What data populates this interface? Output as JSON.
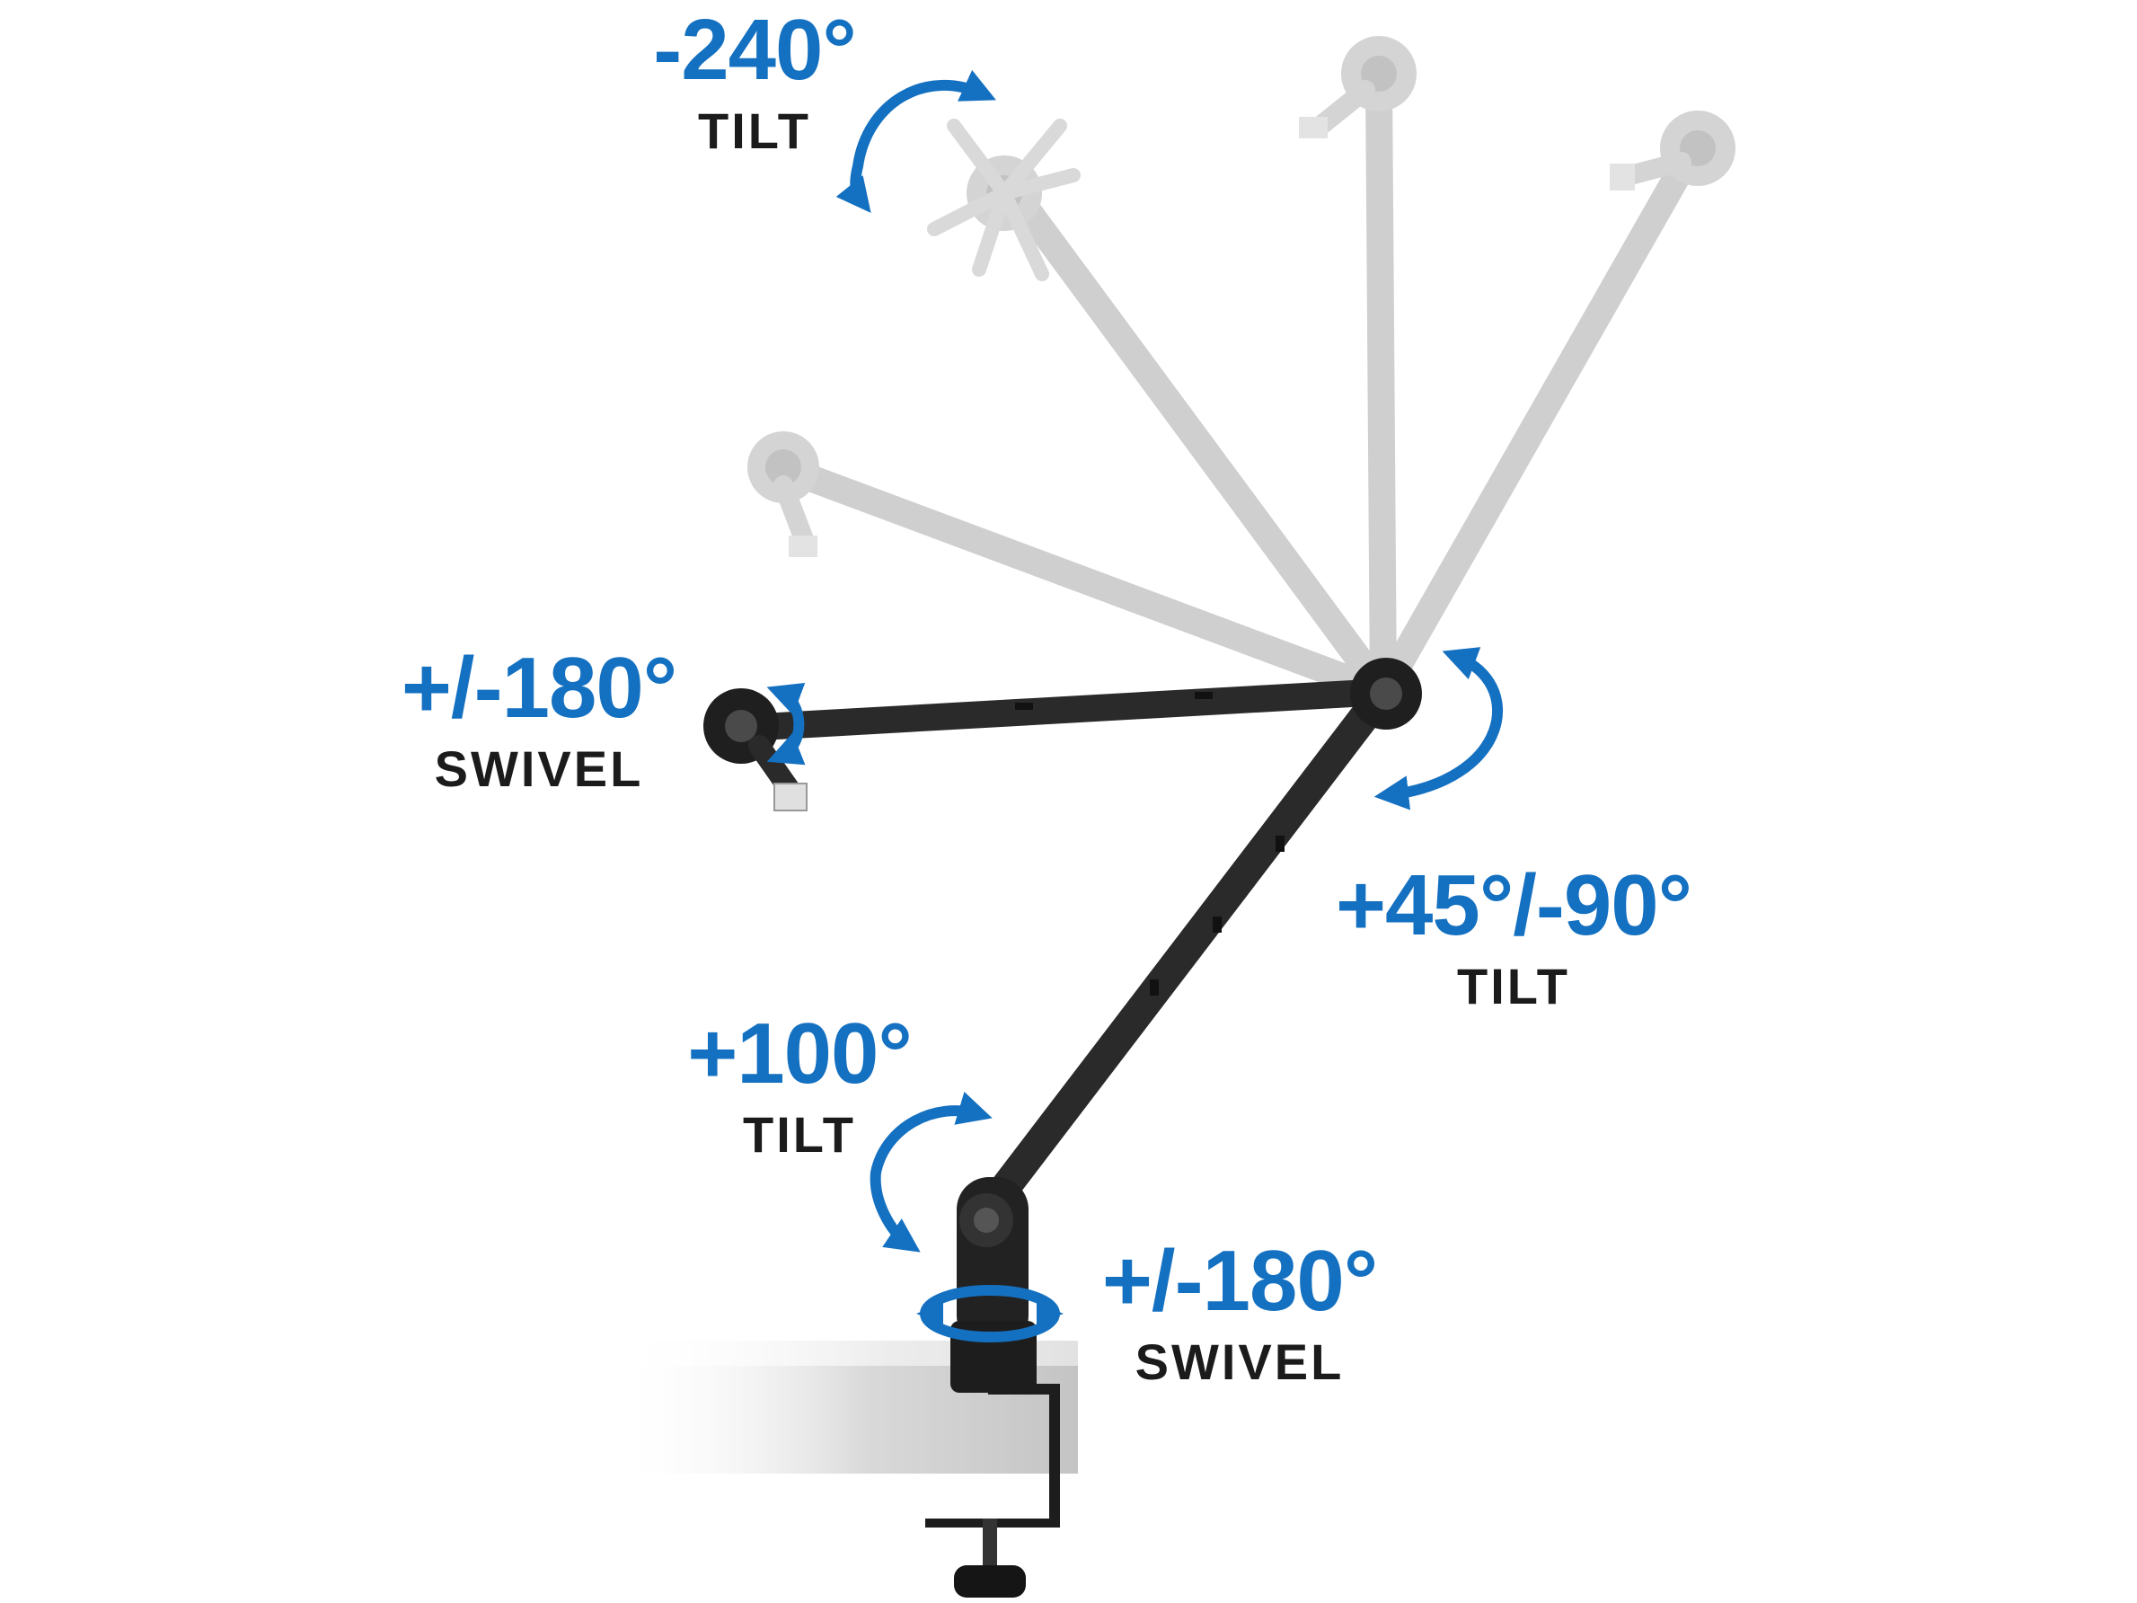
{
  "colors": {
    "accent_blue": "#1470c0",
    "arm_black": "#2a2a2a",
    "ghost_gray": "#c9c9c9",
    "desk_gray": "#d6d6d6",
    "text_dark": "#1b1b1b"
  },
  "labels": {
    "tilt_top": {
      "degrees": "-240°",
      "kind": "TILT"
    },
    "swivel_left": {
      "degrees": "+/-180°",
      "kind": "SWIVEL"
    },
    "tilt_elbow": {
      "degrees": "+45°/-90°",
      "kind": "TILT"
    },
    "tilt_base": {
      "degrees": "+100°",
      "kind": "TILT"
    },
    "swivel_base": {
      "degrees": "+/-180°",
      "kind": "SWIVEL"
    }
  }
}
